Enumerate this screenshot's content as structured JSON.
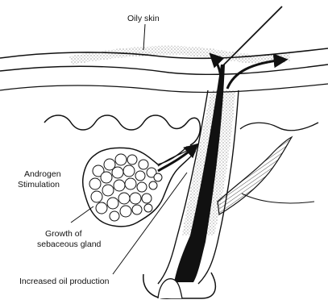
{
  "labels": {
    "oily_skin": "Oily skin",
    "androgen_line1": "Androgen",
    "androgen_line2": "Stimulation",
    "growth_line1": "Growth of",
    "growth_line2": "sebaceous gland",
    "increased_oil": "Increased oil production"
  },
  "colors": {
    "ink": "#111111",
    "background": "#ffffff",
    "hair_fill": "#111111"
  }
}
